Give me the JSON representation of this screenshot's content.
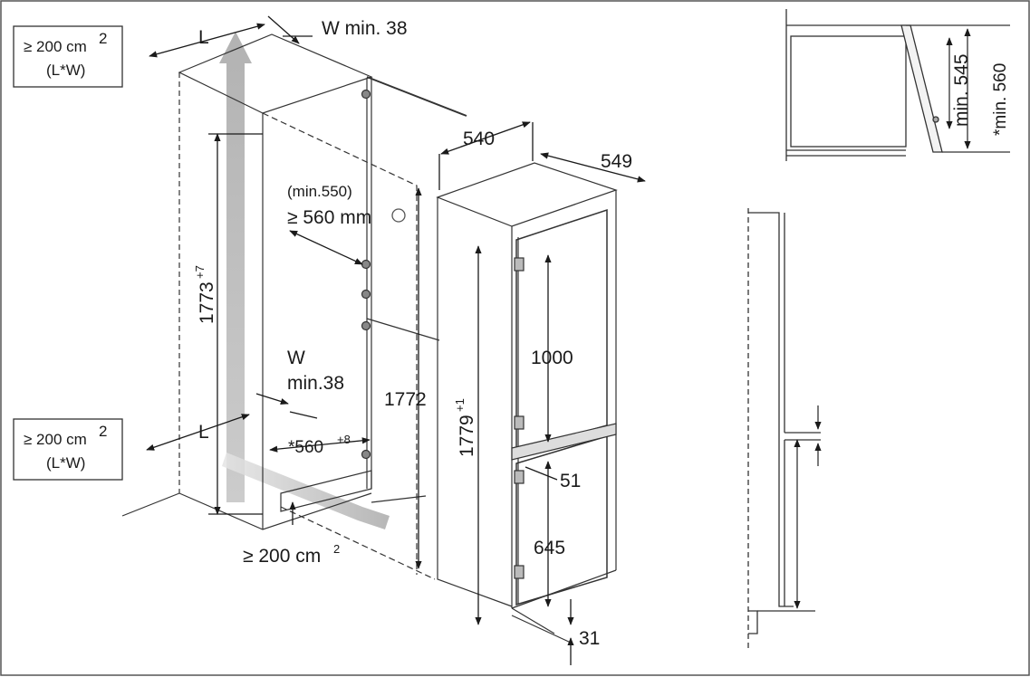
{
  "vent_boxes": {
    "top": {
      "line1": "≥ 200 cm",
      "sup": "2",
      "line2": "(L*W)"
    },
    "bottom": {
      "line1": "≥ 200 cm",
      "sup": "2",
      "line2": "(L*W)"
    }
  },
  "niche": {
    "label_L_top": "L",
    "label_W_top": "W min. 38",
    "height": "1773",
    "height_tol": "+7",
    "label_W_side": "W",
    "label_W_side_min": "min.38",
    "label_L_bottom": "L",
    "depth_min": "(min.550)",
    "depth": "≥ 560 mm",
    "width": "*560",
    "width_tol": "+8",
    "bottom_vent": "≥ 200 cm",
    "bottom_vent_sup": "2"
  },
  "appliance": {
    "width": "540",
    "depth": "549",
    "height_1772": "1772",
    "height_total": "1779",
    "height_total_tol": "+1",
    "upper_door": "1000",
    "gap": "51",
    "lower_door": "645",
    "bottom": "31"
  },
  "side_detail": {
    "min_545": "min. 545",
    "min_560": "*min. 560"
  }
}
